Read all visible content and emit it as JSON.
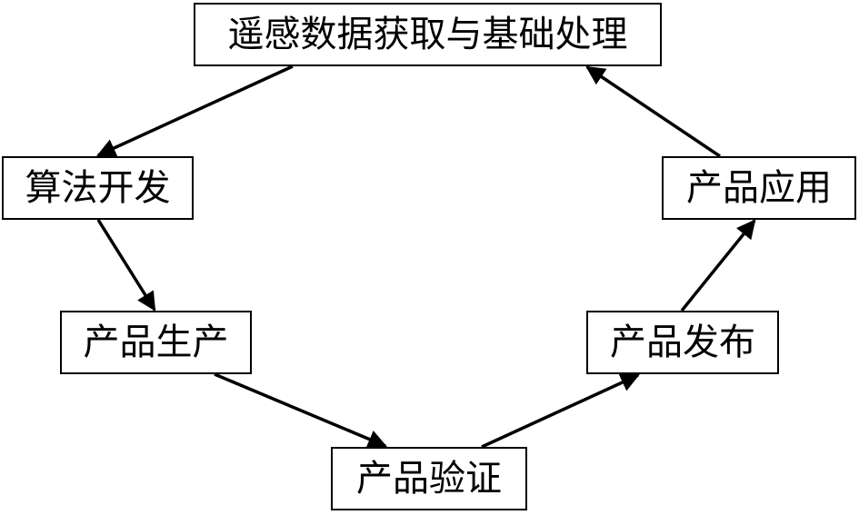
{
  "diagram": {
    "nodes": {
      "acquire": "遥感数据获取与基础处理",
      "algorithm": "算法开发",
      "production": "产品生产",
      "verification": "产品验证",
      "release": "产品发布",
      "application": "产品应用"
    },
    "edges": [
      {
        "from": "acquire",
        "to": "algorithm"
      },
      {
        "from": "algorithm",
        "to": "production"
      },
      {
        "from": "production",
        "to": "verification"
      },
      {
        "from": "verification",
        "to": "release"
      },
      {
        "from": "release",
        "to": "application"
      },
      {
        "from": "application",
        "to": "acquire"
      }
    ],
    "colors": {
      "line": "#000000",
      "box_border": "#000000",
      "background": "#ffffff"
    }
  }
}
